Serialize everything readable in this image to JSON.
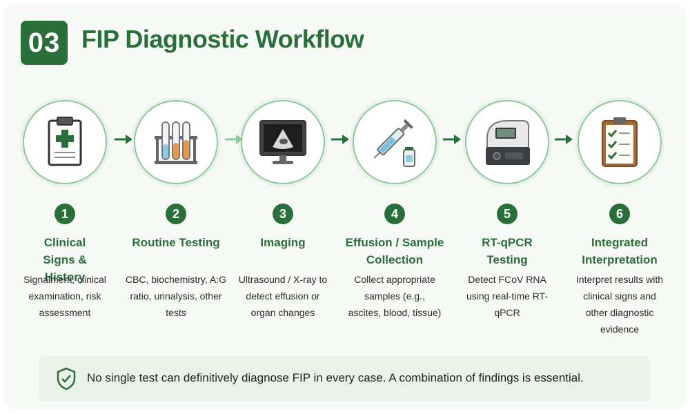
{
  "header": {
    "badge": "03",
    "title": "FIP Diagnostic Workflow"
  },
  "steps": [
    {
      "number": "1",
      "title": "Clinical Signs & History",
      "description": "Signalment, clinical examination, risk assessment",
      "icon": "clipboard-medical-icon"
    },
    {
      "number": "2",
      "title": "Routine Testing",
      "description": "CBC, biochemistry, A:G ratio, urinalysis, other tests",
      "icon": "test-tubes-icon"
    },
    {
      "number": "3",
      "title": "Imaging",
      "description": "Ultrasound / X-ray to detect effusion or organ changes",
      "icon": "ultrasound-monitor-icon"
    },
    {
      "number": "4",
      "title": "Effusion / Sample Collection",
      "description": "Collect appropriate samples (e.g., ascites, blood, tissue)",
      "icon": "syringe-vial-icon"
    },
    {
      "number": "5",
      "title": "RT-qPCR Testing",
      "description": "Detect FCoV RNA using real-time RT-qPCR",
      "icon": "pcr-machine-icon"
    },
    {
      "number": "6",
      "title": "Integrated Interpretation",
      "description": "Interpret results with clinical signs and other diagnostic evidence",
      "icon": "checklist-clipboard-icon"
    }
  ],
  "note": {
    "text": "No single test can definitively diagnose FIP in every case. A combination of findings is essential.",
    "icon": "shield-check-icon"
  },
  "colors": {
    "primary": "#2a6e3a",
    "circle_border": "#8fc79a",
    "note_bg": "#eaf2e8"
  }
}
